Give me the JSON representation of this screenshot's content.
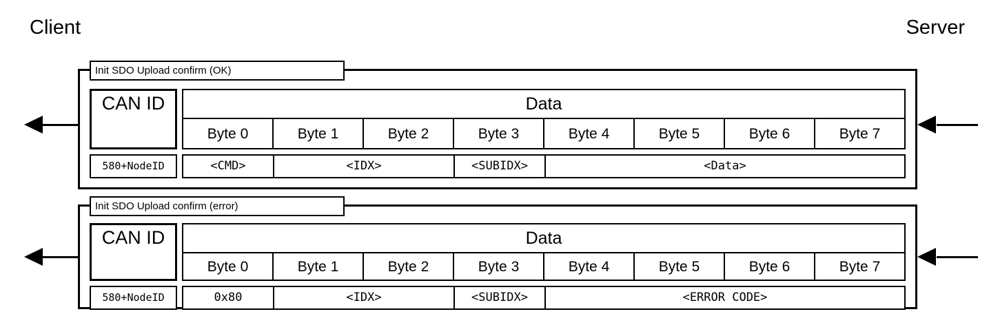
{
  "diagram": {
    "endpoints": {
      "client_label": "Client",
      "server_label": "Server"
    },
    "colors": {
      "stroke": "#000000",
      "background": "#ffffff"
    },
    "messages": [
      {
        "id": "init-sdo-upload-confirm-ok",
        "caption": "Init SDO Upload confirm (OK)",
        "direction": "server-to-client",
        "canid": {
          "header": "CAN ID",
          "value": "580+NodeID"
        },
        "data": {
          "title": "Data",
          "byte_headers": [
            "Byte 0",
            "Byte 1",
            "Byte 2",
            "Byte 3",
            "Byte 4",
            "Byte 5",
            "Byte 6",
            "Byte 7"
          ],
          "fields": [
            {
              "label": "<CMD>",
              "bytes": 1
            },
            {
              "label": "<IDX>",
              "bytes": 2
            },
            {
              "label": "<SUBIDX>",
              "bytes": 1
            },
            {
              "label": "<Data>",
              "bytes": 4
            }
          ]
        }
      },
      {
        "id": "init-sdo-upload-confirm-error",
        "caption": "Init SDO Upload confirm (error)",
        "direction": "server-to-client",
        "canid": {
          "header": "CAN ID",
          "value": "580+NodeID"
        },
        "data": {
          "title": "Data",
          "byte_headers": [
            "Byte 0",
            "Byte 1",
            "Byte 2",
            "Byte 3",
            "Byte 4",
            "Byte 5",
            "Byte 6",
            "Byte 7"
          ],
          "fields": [
            {
              "label": "0x80",
              "bytes": 1
            },
            {
              "label": "<IDX>",
              "bytes": 2
            },
            {
              "label": "<SUBIDX>",
              "bytes": 1
            },
            {
              "label": "<ERROR CODE>",
              "bytes": 4
            }
          ]
        }
      }
    ]
  }
}
